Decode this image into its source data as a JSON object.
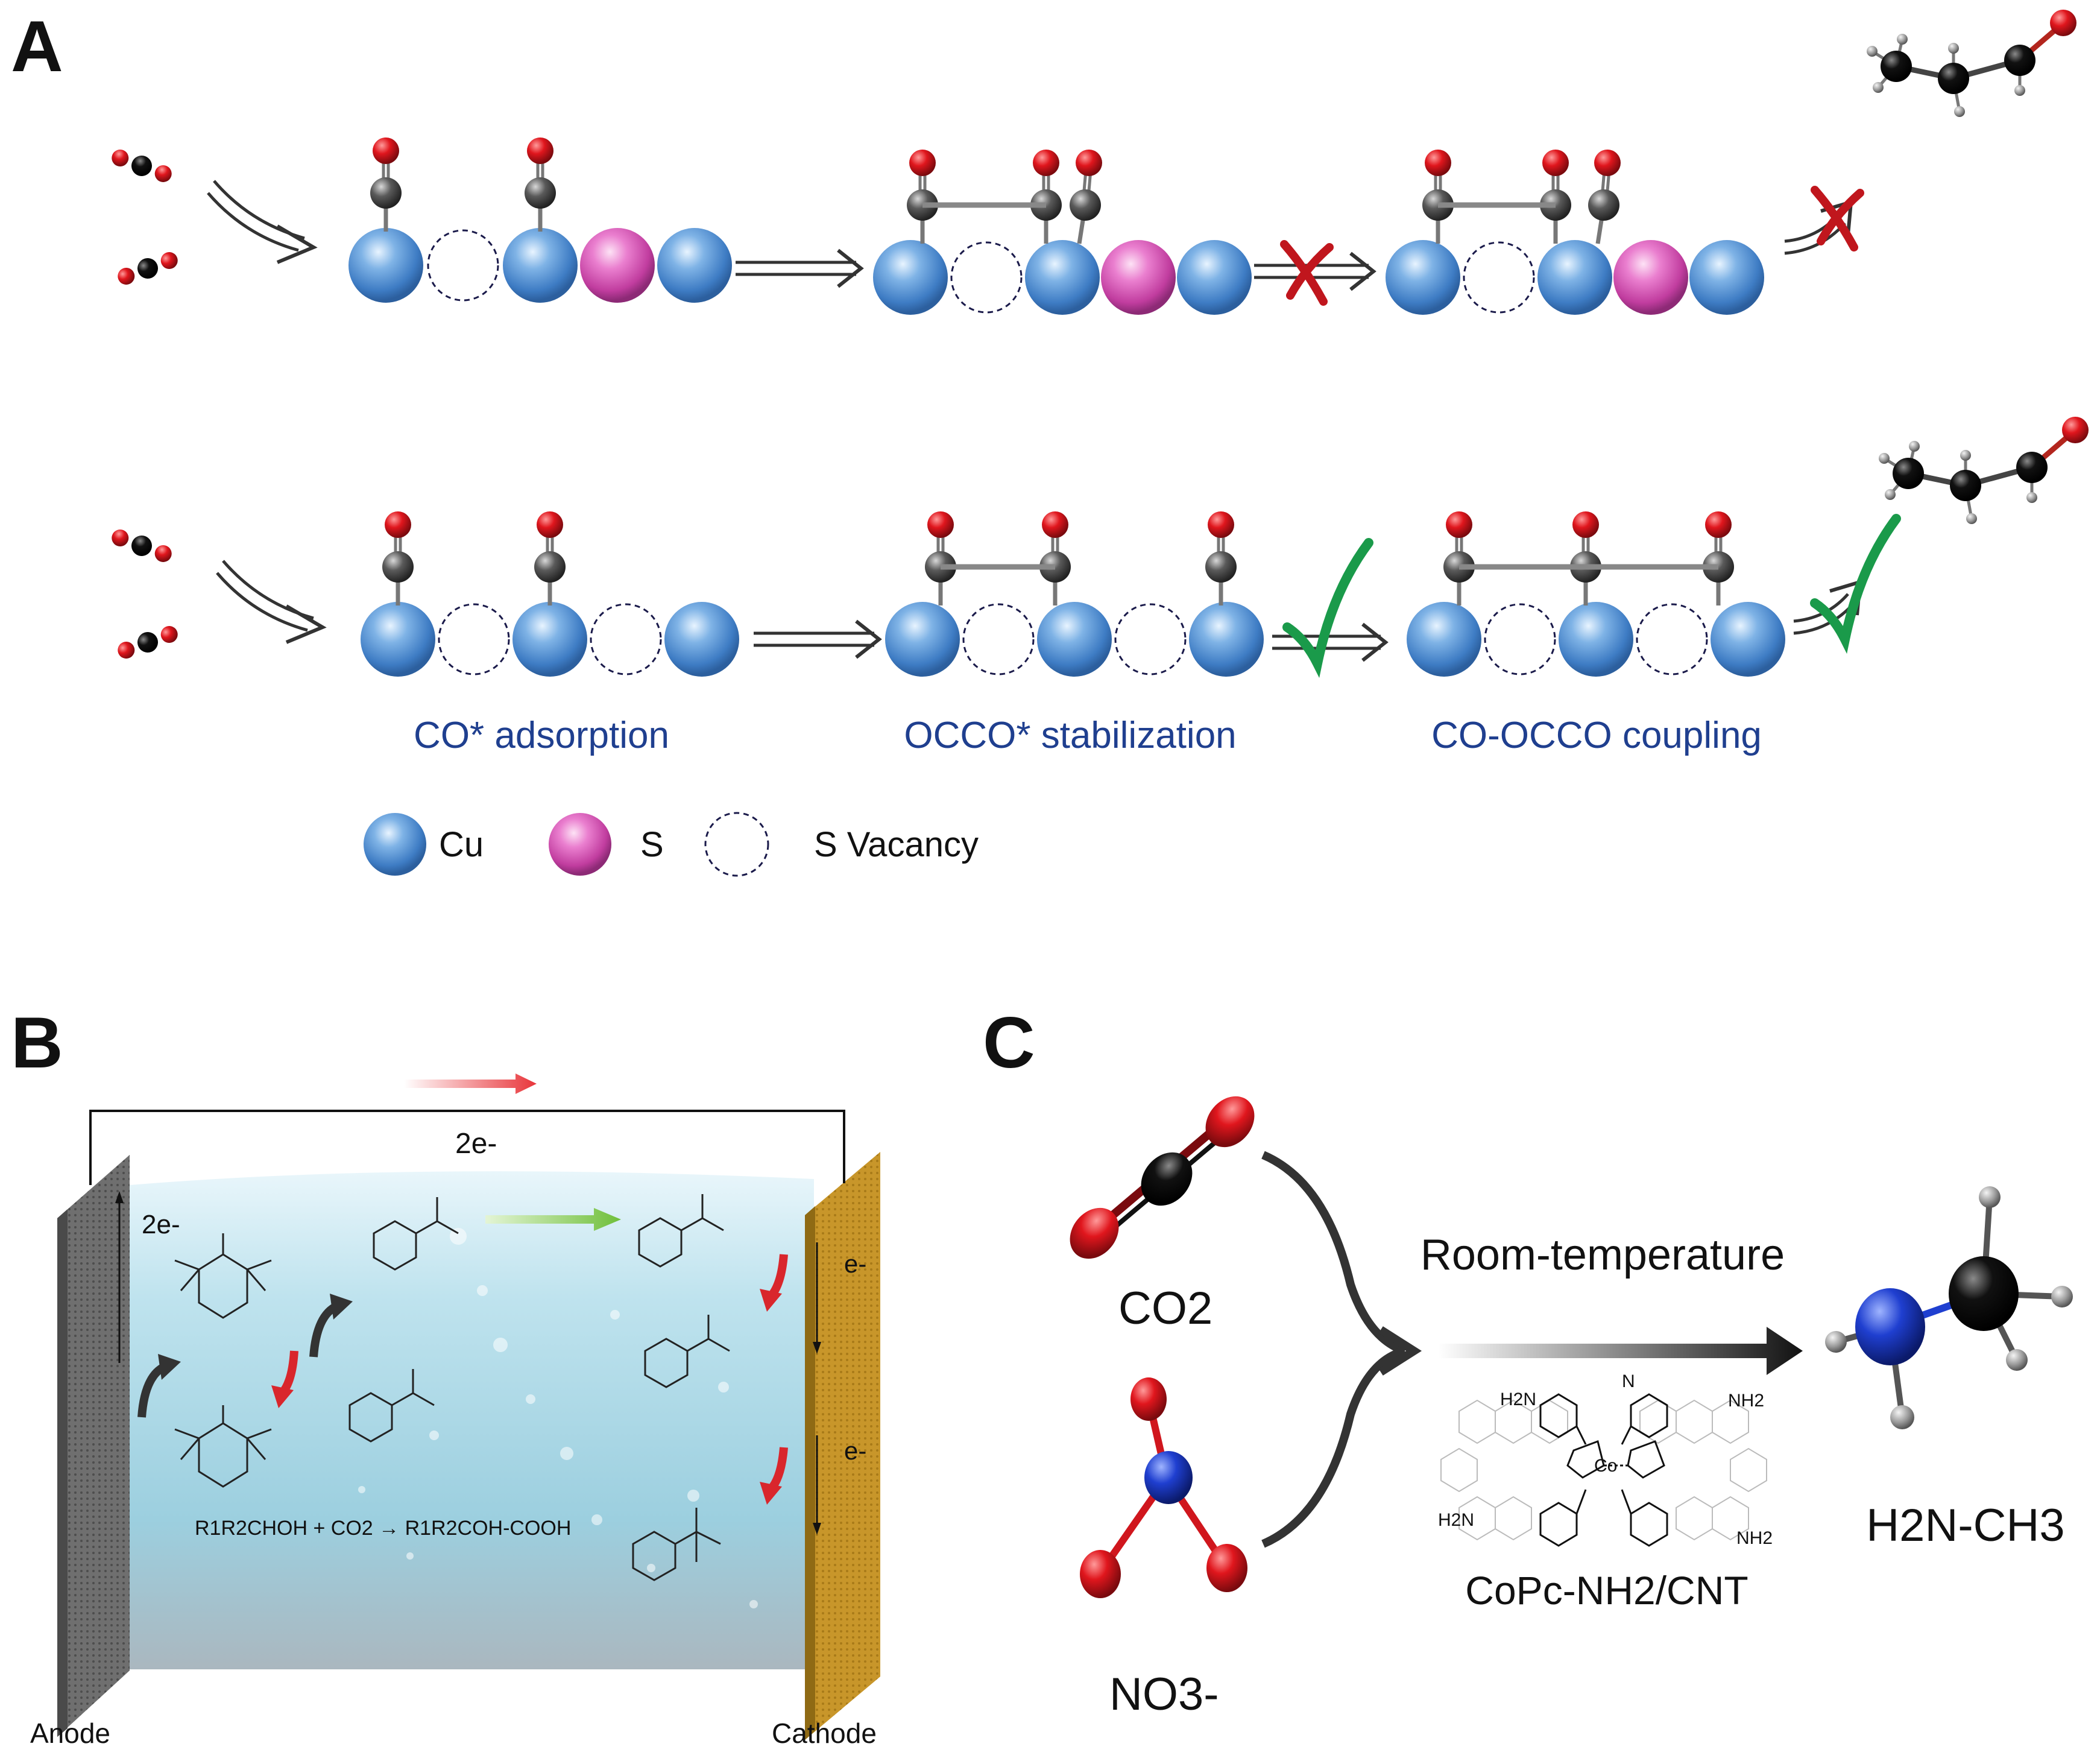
{
  "panels": {
    "a": {
      "letter": "A",
      "stages": [
        "CO* adsorption",
        "OCCO* stabilization",
        "CO-OCCO coupling"
      ],
      "legend": {
        "cu": "Cu",
        "s": "S",
        "vacancy": "S Vacancy"
      }
    },
    "b": {
      "letter": "B",
      "electron_top": "2e-",
      "electron_anode": "2e-",
      "electron_cathode_1": "e-",
      "electron_cathode_2": "e-",
      "reaction": "R1R2CHOH + CO2 → R1R2COH-COOH",
      "anode": "Anode",
      "cathode": "Cathode"
    },
    "c": {
      "letter": "C",
      "reactant_1": "CO2",
      "reactant_2": "NO3-",
      "condition": "Room-temperature",
      "catalyst": "CoPc-NH2/CNT",
      "product": "H2N-CH3",
      "catalyst_atoms": {
        "co": "Co",
        "n": "N",
        "nh2": "NH2",
        "h2n": "H2N"
      }
    }
  },
  "colors": {
    "cu": "#5b9bd5",
    "s": "#d94fb0",
    "carbon": "#555555",
    "oxygen": "#e0161d",
    "nitrogen": "#1f3fd0",
    "check": "#1a9a4a",
    "cross": "#c0161d",
    "anode": "#6f6f6f",
    "cathode": "#c8962a",
    "label_blue": "#1f3f8f"
  }
}
